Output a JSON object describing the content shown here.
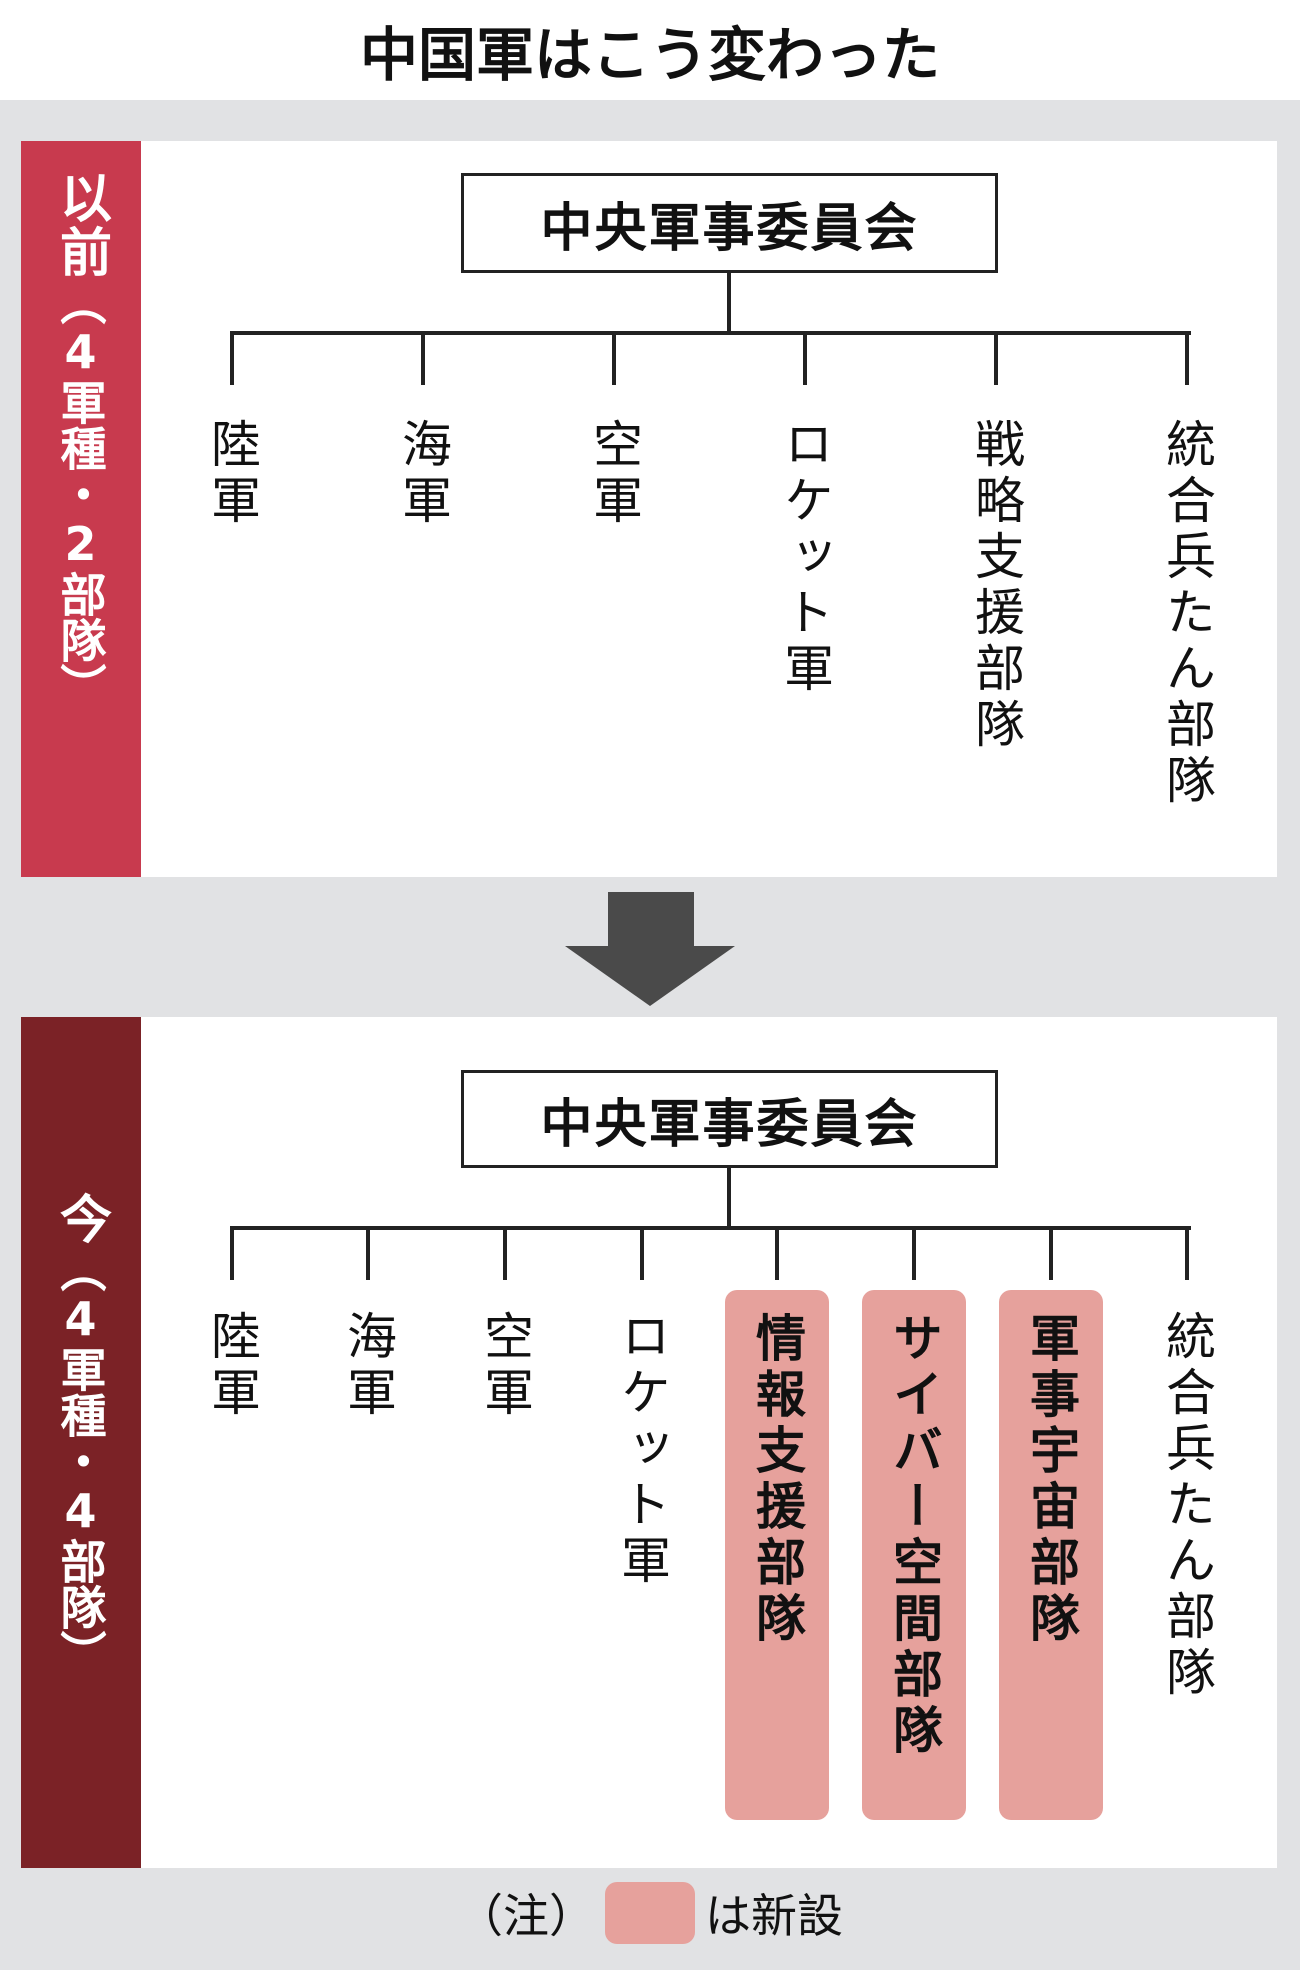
{
  "title": "中国軍はこう変わった",
  "before": {
    "label": "以前",
    "sublabel": "（4軍種・2部隊）",
    "root": "中央軍事委員会",
    "children": [
      {
        "label": "陸軍",
        "new": false
      },
      {
        "label": "海軍",
        "new": false
      },
      {
        "label": "空軍",
        "new": false
      },
      {
        "label": "ロケット軍",
        "new": false
      },
      {
        "label": "戦略支援部隊",
        "new": false
      },
      {
        "label": "統合兵たん部隊",
        "new": false
      }
    ]
  },
  "after": {
    "label": "今",
    "sublabel": "（4軍種・4部隊）",
    "root": "中央軍事委員会",
    "children": [
      {
        "label": "陸軍",
        "new": false
      },
      {
        "label": "海軍",
        "new": false
      },
      {
        "label": "空軍",
        "new": false
      },
      {
        "label": "ロケット軍",
        "new": false
      },
      {
        "label": "情報支援部隊",
        "new": true
      },
      {
        "label": "サイバー空間部隊",
        "new": true
      },
      {
        "label": "軍事宇宙部隊",
        "new": true
      },
      {
        "label": "統合兵たん部隊",
        "new": false
      }
    ]
  },
  "note": {
    "prefix": "（注）",
    "suffix": "は新設"
  },
  "colors": {
    "before": "#c83a4e",
    "after": "#7b2226",
    "new": "#e6a19c",
    "background": "#e1e2e4"
  }
}
